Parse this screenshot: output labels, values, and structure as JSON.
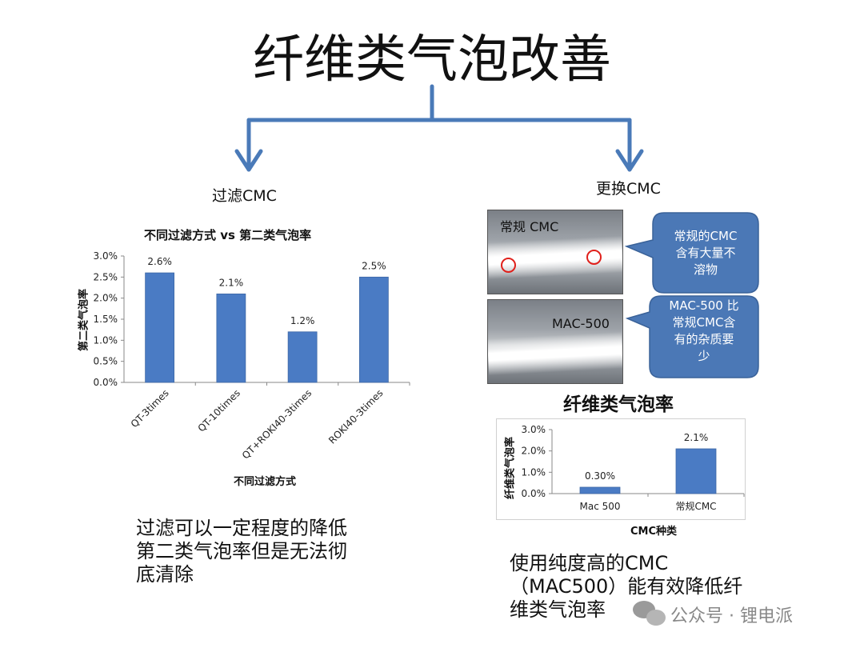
{
  "title": "纤维类气泡改善",
  "left_branch": {
    "label": "过滤CMC",
    "note_lines": [
      "过滤可以一定程度的降低",
      "第二类气泡率但是无法彻",
      "底清除"
    ]
  },
  "right_branch": {
    "label": "更换CMC",
    "photo_top_label": "常规 CMC",
    "photo_bottom_label": "MAC-500",
    "callout_top_lines": [
      "常规的CMC",
      "含有大量不",
      "溶物"
    ],
    "callout_bottom_lines": [
      "MAC-500 比",
      "常规CMC含",
      "有的杂质要",
      "少"
    ],
    "note_lines": [
      "使用纯度高的CMC",
      "（MAC500）能有效降低纤",
      "维类气泡率"
    ]
  },
  "colors": {
    "arrow": "#4a7ab8",
    "bar": "#4a7bc4",
    "callout": "#4b78b6",
    "mark": "#e0201b"
  },
  "watermark": {
    "icon": "wechat-icon",
    "text": "公众号 · 锂电派"
  },
  "chart_data": [
    {
      "type": "bar",
      "title": "不同过滤方式 vs 第二类气泡率",
      "xlabel": "不同过滤方式",
      "ylabel": "第二类气泡率",
      "categories": [
        "QT-3times",
        "QT-10times",
        "QT+ROKI40-3times",
        "ROKI40-3times"
      ],
      "values": [
        2.6,
        2.1,
        1.2,
        2.5
      ],
      "data_labels": [
        "2.6%",
        "2.1%",
        "1.2%",
        "2.5%"
      ],
      "yticks": [
        "0.0%",
        "0.5%",
        "1.0%",
        "1.5%",
        "2.0%",
        "2.5%",
        "3.0%"
      ],
      "ylim": [
        0,
        3.0
      ],
      "grid": false
    },
    {
      "type": "bar",
      "title": "纤维类气泡率",
      "xlabel": "CMC种类",
      "ylabel": "纤维类气泡率",
      "categories": [
        "Mac 500",
        "常规CMC"
      ],
      "values": [
        0.3,
        2.1
      ],
      "data_labels": [
        "0.30%",
        "2.1%"
      ],
      "yticks": [
        "0.0%",
        "1.0%",
        "2.0%",
        "3.0%"
      ],
      "ylim": [
        0,
        3.0
      ],
      "grid": false
    }
  ]
}
